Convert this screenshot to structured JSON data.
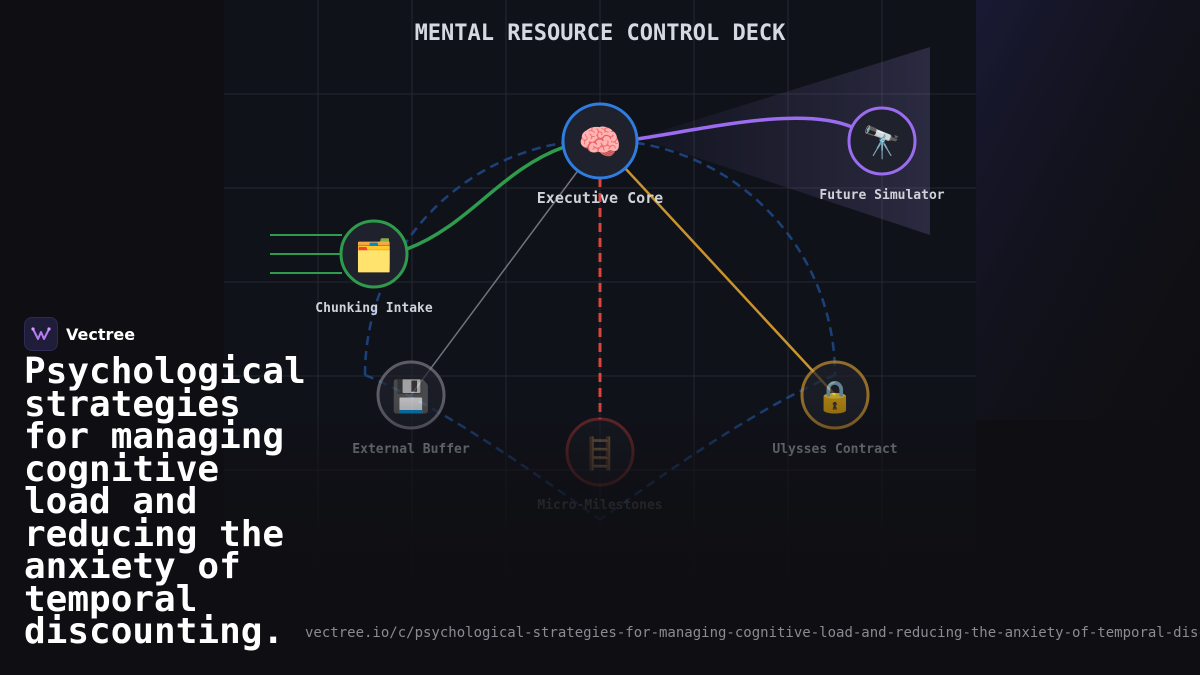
{
  "diagram": {
    "title": "MENTAL RESOURCE CONTROL DECK",
    "nodes": [
      {
        "id": "executive",
        "label": "Executive Core",
        "icon": "brain-icon",
        "glyph": "🧠",
        "color": "#2f7de1"
      },
      {
        "id": "future",
        "label": "Future Simulator",
        "icon": "telescope-icon",
        "glyph": "🔭",
        "color": "#9b6cf0"
      },
      {
        "id": "chunking",
        "label": "Chunking Intake",
        "icon": "file-folders-icon",
        "glyph": "🗂️",
        "color": "#2f9b4c"
      },
      {
        "id": "buffer",
        "label": "External Buffer",
        "icon": "floppy-disk-icon",
        "glyph": "💾",
        "color": "#7c7c86"
      },
      {
        "id": "milestones",
        "label": "Micro-Milestones",
        "icon": "ladder-icon",
        "glyph": "🪜",
        "color": "#d9443c"
      },
      {
        "id": "ulysses",
        "label": "Ulysses Contract",
        "icon": "lock-icon",
        "glyph": "🔒",
        "color": "#c9932e"
      }
    ],
    "connections": [
      {
        "from": "executive",
        "to": "future",
        "style": "curve",
        "color": "#9b6cf0"
      },
      {
        "from": "chunking",
        "to": "executive",
        "style": "curve",
        "color": "#2f9b4c"
      },
      {
        "from": "executive",
        "to": "buffer",
        "style": "thin",
        "color": "#8a8a94"
      },
      {
        "from": "executive",
        "to": "milestones",
        "style": "dashed",
        "color": "#d9443c"
      },
      {
        "from": "executive",
        "to": "ulysses",
        "style": "solid",
        "color": "#c9932e"
      }
    ]
  },
  "brand": {
    "name": "Vectree"
  },
  "headline": "Psychological strategies for managing cognitive load and reducing the anxiety of temporal discounting.",
  "url": "vectree.io/c/psychological-strategies-for-managing-cognitive-load-and-reducing-the-anxiety-of-temporal-discounting"
}
